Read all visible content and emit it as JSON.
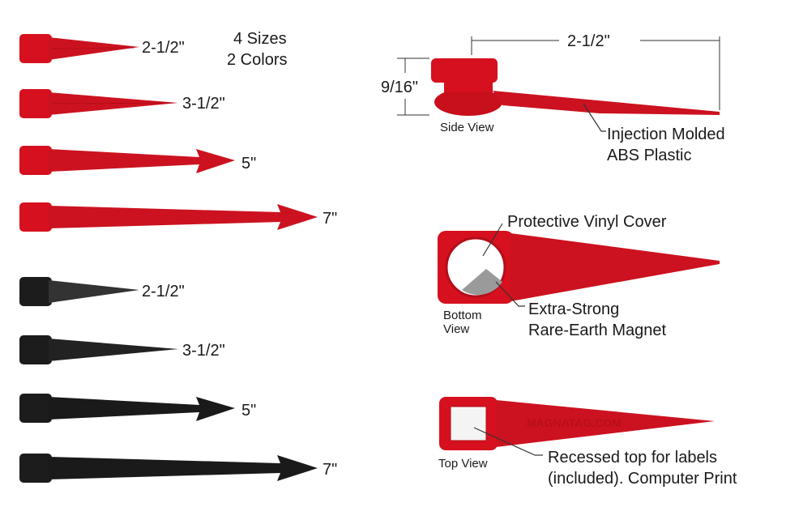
{
  "colors": {
    "red": "#d6101e",
    "red_dark": "#a50d18",
    "black": "#1c1c1c",
    "black_dark": "#050505"
  },
  "title": {
    "line1": "4 Sizes",
    "line2": "2 Colors"
  },
  "marker_rows": [
    {
      "color": "red",
      "size_label": "2-1/2\""
    },
    {
      "color": "red",
      "size_label": "3-1/2\""
    },
    {
      "color": "red",
      "size_label": "5\""
    },
    {
      "color": "red",
      "size_label": "7\""
    },
    {
      "color": "black",
      "size_label": "2-1/2\""
    },
    {
      "color": "black",
      "size_label": "3-1/2\""
    },
    {
      "color": "black",
      "size_label": "5\""
    },
    {
      "color": "black",
      "size_label": "7\""
    }
  ],
  "side_view": {
    "length_label": "2-1/2\"",
    "height_label": "9/16\"",
    "view_label": "Side View",
    "material_line1": "Injection Molded",
    "material_line2": "ABS Plastic"
  },
  "bottom_view": {
    "view_label_line1": "Bottom",
    "view_label_line2": "View",
    "cover_label": "Protective Vinyl Cover",
    "magnet_line1": "Extra-Strong",
    "magnet_line2": "Rare-Earth Magnet"
  },
  "top_view": {
    "view_label": "Top View",
    "brand_text": "MAGNATAG.COM",
    "recess_line1": "Recessed top for labels",
    "recess_line2": "(included). Computer Print"
  }
}
